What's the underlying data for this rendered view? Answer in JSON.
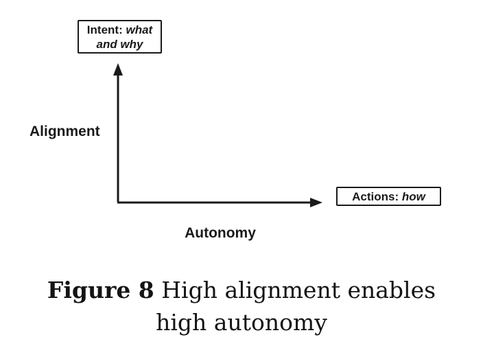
{
  "colors": {
    "ink": "#1a1a1a",
    "background": "#ffffff"
  },
  "diagram": {
    "intent_box": {
      "prefix": "Intent:",
      "italic_line1": "what",
      "italic_line2": "and why"
    },
    "actions_box": {
      "prefix": "Actions:",
      "italic": "how"
    },
    "y_axis_label": "Alignment",
    "x_axis_label": "Autonomy"
  },
  "caption": {
    "figure_label": "Figure 8",
    "line1_rest": "High alignment enables",
    "line2": "high autonomy"
  }
}
